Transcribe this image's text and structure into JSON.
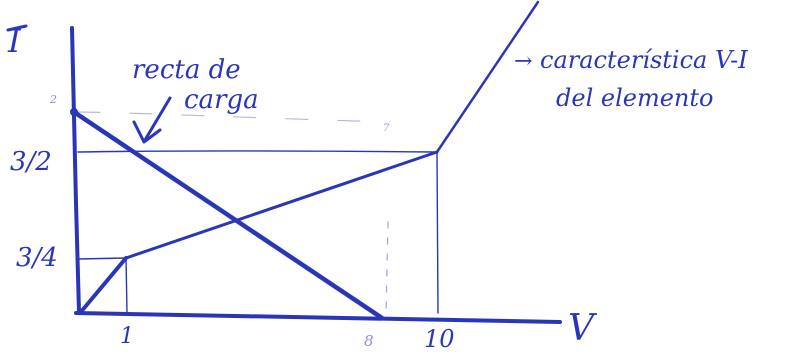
{
  "ink_color": "#2a36b8",
  "axes": {
    "y_label": "I",
    "x_label": "V"
  },
  "y_ticks": {
    "three_halves": "3/2",
    "three_quarters": "3/4",
    "small_two": "2"
  },
  "x_ticks": {
    "one": "1",
    "eight": "8",
    "ten": "10"
  },
  "annotations": {
    "load_line_l1": "recta de",
    "load_line_l2": "carga",
    "curve_l1": "característica V-I",
    "curve_l2": "del elemento",
    "curve_arrow": "→"
  },
  "stray_mark": "7"
}
